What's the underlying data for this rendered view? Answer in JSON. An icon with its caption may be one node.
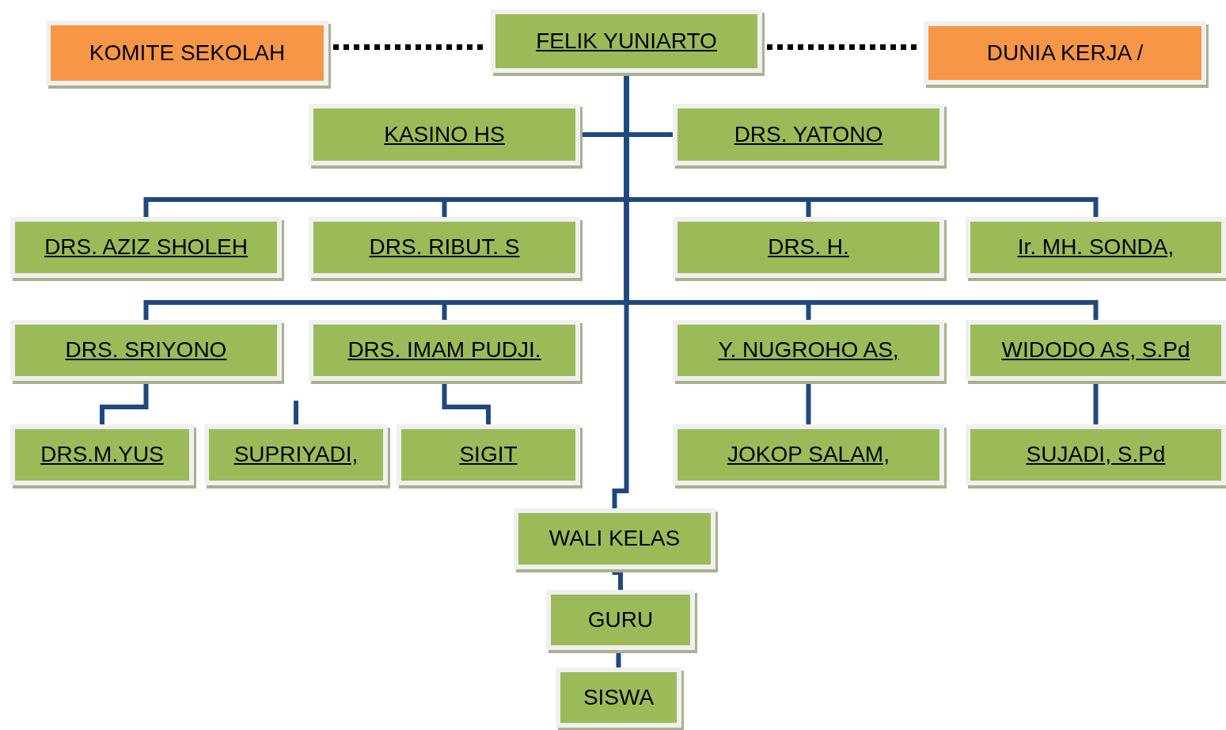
{
  "diagram": {
    "nodes": [
      {
        "text": [
          "KOMITE SEKOLAH"
        ]
      },
      {
        "text": [
          "FELIK YUNIARTO"
        ]
      },
      {
        "text": [
          "DUNIA KERJA /"
        ]
      },
      {
        "text": [
          "KASINO HS"
        ]
      },
      {
        "text": [
          "DRS. YATONO"
        ]
      },
      {
        "text": [
          "DRS. AZIZ SHOLEH"
        ]
      },
      {
        "text": [
          "DRS. RIBUT. S"
        ]
      },
      {
        "text": [
          "DRS. H."
        ]
      },
      {
        "text": [
          "Ir. MH. SONDA,"
        ]
      },
      {
        "text": [
          "DRS. SRIYONO"
        ]
      },
      {
        "text": [
          "DRS. IMAM PUDJI."
        ]
      },
      {
        "text": [
          "Y. NUGROHO AS,"
        ]
      },
      {
        "text": [
          "WIDODO AS, S.Pd"
        ]
      },
      {
        "text": [
          "DRS.M.YUS"
        ]
      },
      {
        "text": [
          "SUPRIYADI,"
        ]
      },
      {
        "text": [
          "SIGIT"
        ]
      },
      {
        "text": [
          "JOKOP SALAM,"
        ]
      },
      {
        "text": [
          "SUJADI, S.Pd"
        ]
      },
      {
        "text": [
          "WALI KELAS"
        ]
      },
      {
        "text": [
          "GURU"
        ]
      },
      {
        "text": [
          "SISWA"
        ]
      }
    ],
    "edges": [
      {
        "from": 0,
        "to": 1,
        "arrow": "none",
        "style": "dashed",
        "color": "#000000"
      },
      {
        "from": 1,
        "to": 2,
        "arrow": "none",
        "style": "dashed",
        "color": "#000000"
      },
      {
        "from": 1,
        "to": 3,
        "arrow": "none"
      },
      {
        "from": 1,
        "to": 4,
        "arrow": "none"
      },
      {
        "from": 1,
        "to": 5,
        "arrow": "none"
      },
      {
        "from": 1,
        "to": 6,
        "arrow": "none"
      },
      {
        "from": 1,
        "to": 7,
        "arrow": "none"
      },
      {
        "from": 1,
        "to": 8,
        "arrow": "none"
      },
      {
        "from": 1,
        "to": 9,
        "arrow": "none"
      },
      {
        "from": 1,
        "to": 10,
        "arrow": "none"
      },
      {
        "from": 1,
        "to": 11,
        "arrow": "none"
      },
      {
        "from": 1,
        "to": 12,
        "arrow": "none"
      },
      {
        "from": 9,
        "to": 13,
        "arrow": "none"
      },
      {
        "from": null,
        "to": 14,
        "arrow": "none"
      },
      {
        "from": 10,
        "to": 15,
        "arrow": "none"
      },
      {
        "from": 11,
        "to": 16,
        "arrow": "none"
      },
      {
        "from": 12,
        "to": 17,
        "arrow": "none"
      },
      {
        "from": 1,
        "to": 18,
        "arrow": "none"
      },
      {
        "from": 18,
        "to": 19,
        "arrow": "none"
      },
      {
        "from": 19,
        "to": 20,
        "arrow": "none"
      }
    ]
  }
}
